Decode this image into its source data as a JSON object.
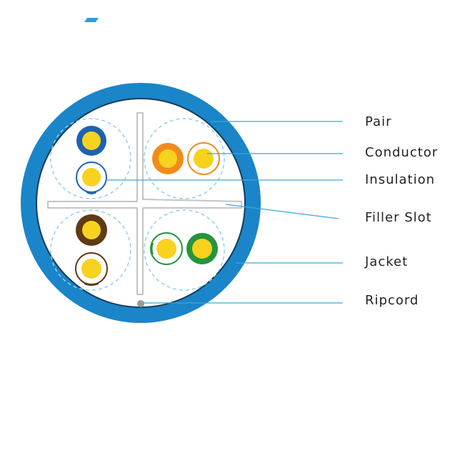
{
  "diagram": {
    "labels": {
      "pair": "Pair",
      "conductor": "Conductor",
      "insulation": "Insulation",
      "filler_slot": "Filler Slot",
      "jacket": "Jacket",
      "ripcord": "Ripcord"
    },
    "colors": {
      "jacket": "#1a85c8",
      "leader_line": "#3aa6d9",
      "pair_outline": "#8fd0ea",
      "filler": "#c4c4c4",
      "conductor": "#f7d21e",
      "blue": "#1b63b0",
      "orange": "#f08c1b",
      "green": "#26943c",
      "brown": "#5f3a14",
      "ripcord": "#9a9a9a"
    },
    "pairs": [
      {
        "position": "top-left",
        "solid_wire": "blue",
        "striped_wire": "white-blue"
      },
      {
        "position": "top-right",
        "solid_wire": "orange",
        "striped_wire": "white-orange"
      },
      {
        "position": "bottom-left",
        "solid_wire": "brown",
        "striped_wire": "white-brown"
      },
      {
        "position": "bottom-right",
        "solid_wire": "green",
        "striped_wire": "white-green"
      }
    ]
  }
}
